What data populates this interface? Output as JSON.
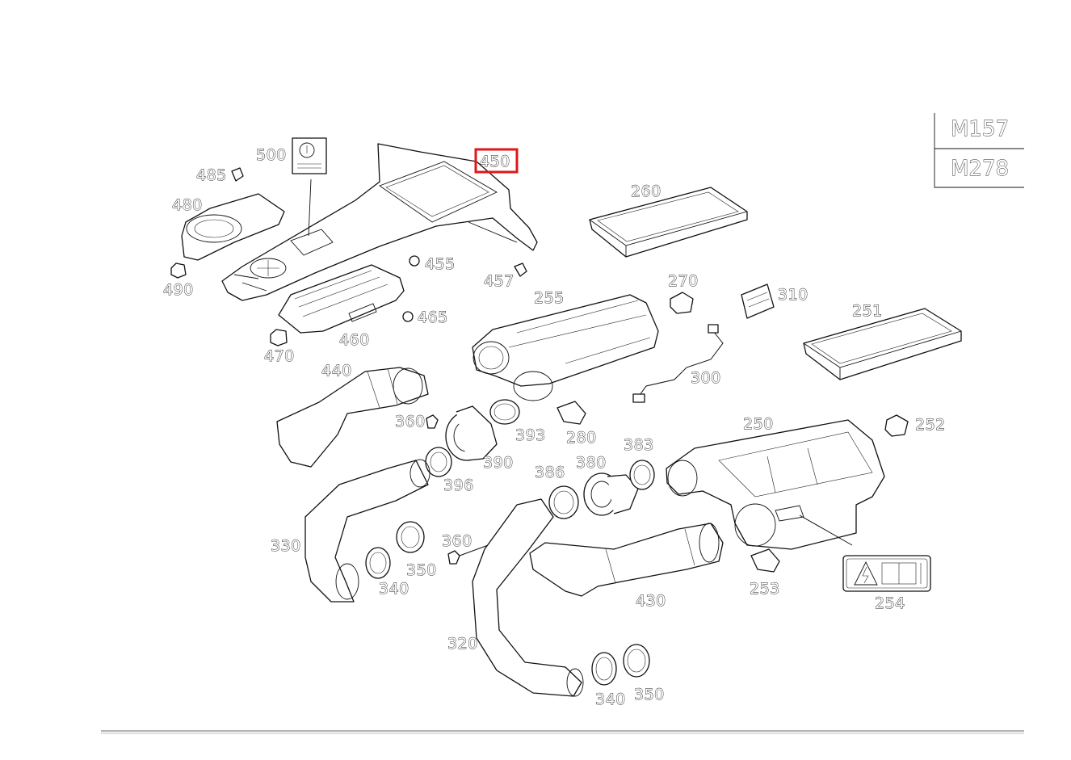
{
  "model_box": {
    "rows": [
      "M157",
      "M278"
    ]
  },
  "selected_callout": "450",
  "callouts": [
    {
      "id": "500",
      "label": "500"
    },
    {
      "id": "485",
      "label": "485"
    },
    {
      "id": "480",
      "label": "480"
    },
    {
      "id": "490",
      "label": "490"
    },
    {
      "id": "450",
      "label": "450"
    },
    {
      "id": "455",
      "label": "455"
    },
    {
      "id": "457",
      "label": "457"
    },
    {
      "id": "465",
      "label": "465"
    },
    {
      "id": "460",
      "label": "460"
    },
    {
      "id": "470",
      "label": "470"
    },
    {
      "id": "440",
      "label": "440"
    },
    {
      "id": "260",
      "label": "260"
    },
    {
      "id": "270",
      "label": "270"
    },
    {
      "id": "310",
      "label": "310"
    },
    {
      "id": "255",
      "label": "255"
    },
    {
      "id": "251",
      "label": "251"
    },
    {
      "id": "300",
      "label": "300"
    },
    {
      "id": "360a",
      "label": "360"
    },
    {
      "id": "393",
      "label": "393"
    },
    {
      "id": "280",
      "label": "280"
    },
    {
      "id": "383",
      "label": "383"
    },
    {
      "id": "250",
      "label": "250"
    },
    {
      "id": "252",
      "label": "252"
    },
    {
      "id": "390",
      "label": "390"
    },
    {
      "id": "396",
      "label": "396"
    },
    {
      "id": "386",
      "label": "386"
    },
    {
      "id": "380",
      "label": "380"
    },
    {
      "id": "330",
      "label": "330"
    },
    {
      "id": "360b",
      "label": "360"
    },
    {
      "id": "350a",
      "label": "350"
    },
    {
      "id": "340a",
      "label": "340"
    },
    {
      "id": "430",
      "label": "430"
    },
    {
      "id": "253",
      "label": "253"
    },
    {
      "id": "254",
      "label": "254"
    },
    {
      "id": "320",
      "label": "320"
    },
    {
      "id": "340b",
      "label": "340"
    },
    {
      "id": "350b",
      "label": "350"
    }
  ]
}
